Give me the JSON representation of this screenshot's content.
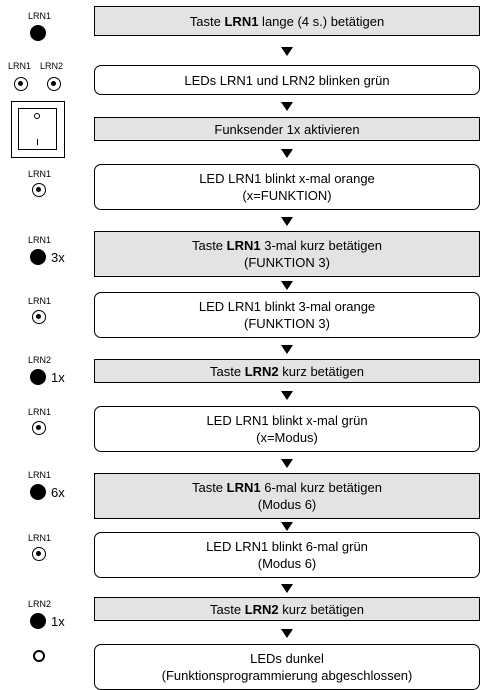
{
  "steps": [
    {
      "type": "action",
      "lines": [
        "Taste |LRN1| lange (4 s.) betätigen"
      ]
    },
    {
      "type": "status",
      "lines": [
        "LEDs LRN1 und LRN2 blinken grün"
      ]
    },
    {
      "type": "action",
      "lines": [
        "Funksender 1x aktivieren"
      ]
    },
    {
      "type": "status",
      "lines": [
        "LED LRN1 blinkt x-mal orange",
        "(x=FUNKTION)"
      ]
    },
    {
      "type": "action",
      "lines": [
        "Taste |LRN1| 3-mal kurz betätigen",
        "(FUNKTION 3)"
      ]
    },
    {
      "type": "status",
      "lines": [
        "LED LRN1 blinkt 3-mal orange",
        "(FUNKTION 3)"
      ]
    },
    {
      "type": "action",
      "lines": [
        "Taste |LRN2| kurz betätigen"
      ]
    },
    {
      "type": "status",
      "lines": [
        "LED LRN1 blinkt x-mal grün",
        "(x=Modus)"
      ]
    },
    {
      "type": "action",
      "lines": [
        "Taste |LRN1| 6-mal kurz betätigen",
        "(Modus 6)"
      ]
    },
    {
      "type": "status",
      "lines": [
        "LED LRN1 blinkt 6-mal grün",
        "(Modus 6)"
      ]
    },
    {
      "type": "action",
      "lines": [
        "Taste |LRN2| kurz betätigen"
      ]
    },
    {
      "type": "status",
      "lines": [
        "LEDs dunkel",
        "(Funktionsprogrammierung abgeschlossen)"
      ]
    }
  ],
  "side": [
    {
      "kind": "button",
      "label": "LRN1",
      "count": ""
    },
    {
      "kind": "led-pair",
      "labels": [
        "LRN1",
        "LRN2"
      ]
    },
    {
      "kind": "switch"
    },
    {
      "kind": "led",
      "label": "LRN1"
    },
    {
      "kind": "button",
      "label": "LRN1",
      "count": "3x"
    },
    {
      "kind": "led",
      "label": "LRN1"
    },
    {
      "kind": "button",
      "label": "LRN2",
      "count": "1x"
    },
    {
      "kind": "led",
      "label": "LRN1"
    },
    {
      "kind": "button",
      "label": "LRN1",
      "count": "6x"
    },
    {
      "kind": "led",
      "label": "LRN1"
    },
    {
      "kind": "button",
      "label": "LRN2",
      "count": "1x"
    },
    {
      "kind": "led-off"
    }
  ]
}
